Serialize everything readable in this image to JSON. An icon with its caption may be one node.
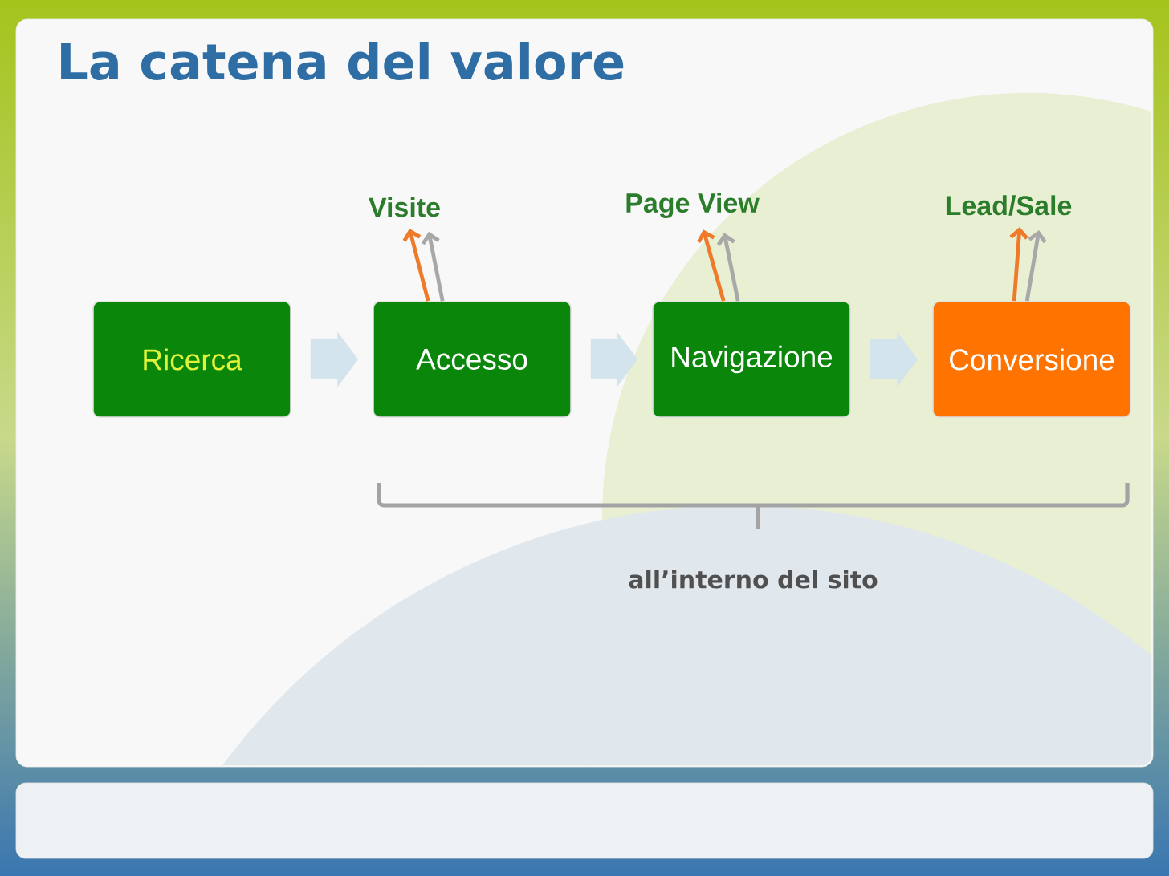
{
  "diagram": {
    "title": "La catena del valore",
    "nodes": [
      {
        "text": [
          "Ricerca"
        ]
      },
      {
        "text": [
          "Accesso"
        ]
      },
      {
        "text": [
          "Navigazione"
        ]
      },
      {
        "text": [
          "Conversione"
        ]
      },
      {
        "text": [
          "Visite"
        ]
      },
      {
        "text": [
          "Page View"
        ]
      },
      {
        "text": [
          "Lead/Sale"
        ]
      }
    ],
    "edges": [
      {
        "from": 0,
        "to": 1,
        "arrow": "to",
        "style": "thick",
        "color": "#d3e4ec"
      },
      {
        "from": 1,
        "to": 2,
        "arrow": "to",
        "style": "thick",
        "color": "#d3e4ec"
      },
      {
        "from": 2,
        "to": 3,
        "arrow": "to",
        "style": "thick",
        "color": "#d3e4ec"
      },
      {
        "from": 1,
        "to": 4,
        "arrow": "to",
        "color": "#ee7a2a"
      },
      {
        "from": 1,
        "to": 4,
        "arrow": "to",
        "color": "#a8a8a8"
      },
      {
        "from": 2,
        "to": 5,
        "arrow": "to",
        "color": "#ee7a2a"
      },
      {
        "from": 2,
        "to": 5,
        "arrow": "to",
        "color": "#a8a8a8"
      },
      {
        "from": 3,
        "to": 6,
        "arrow": "to",
        "color": "#ee7a2a"
      },
      {
        "from": 3,
        "to": 6,
        "arrow": "to",
        "color": "#a8a8a8"
      }
    ],
    "labels": [
      "all’interno del sito"
    ]
  }
}
